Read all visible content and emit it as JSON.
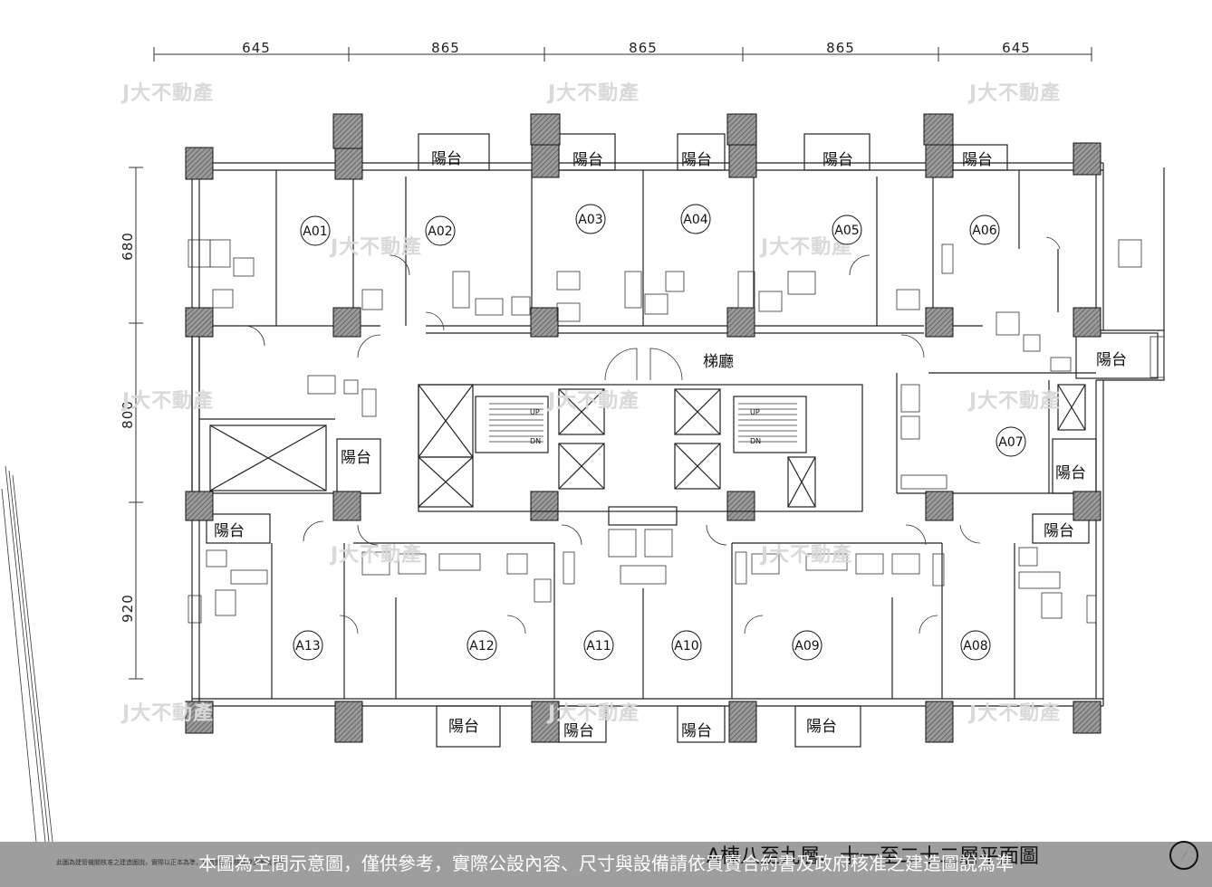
{
  "dimensions": {
    "top": [
      "645",
      "865",
      "865",
      "865",
      "645"
    ],
    "left": [
      "680",
      "800",
      "920"
    ]
  },
  "watermark": "J大不動產",
  "rooms": {
    "units": [
      "A01",
      "A02",
      "A03",
      "A04",
      "A05",
      "A06",
      "A07",
      "A08",
      "A09",
      "A10",
      "A11",
      "A12",
      "A13"
    ],
    "balcony": "陽台",
    "lobby": "梯廳",
    "stair_up": "UP",
    "stair_down": "DN"
  },
  "plan_title": "A棟八至九層、十一至二十二層平面圖",
  "disclaimer": "本圖為空間示意圖，僅供參考，實際公設內容、尺寸與設備請依買賣合約書及政府核准之建造圖說為準",
  "fine_print": "此圖為建管機關核准之建造圖說，實際以正本為準，如有變更以核准變更圖說為準",
  "icons": [
    "north-arrow-icon"
  ],
  "colors": {
    "bar": "#787878",
    "bar_text": "#ffffff",
    "line": "#222222",
    "watermark": "#d9d9d9"
  }
}
